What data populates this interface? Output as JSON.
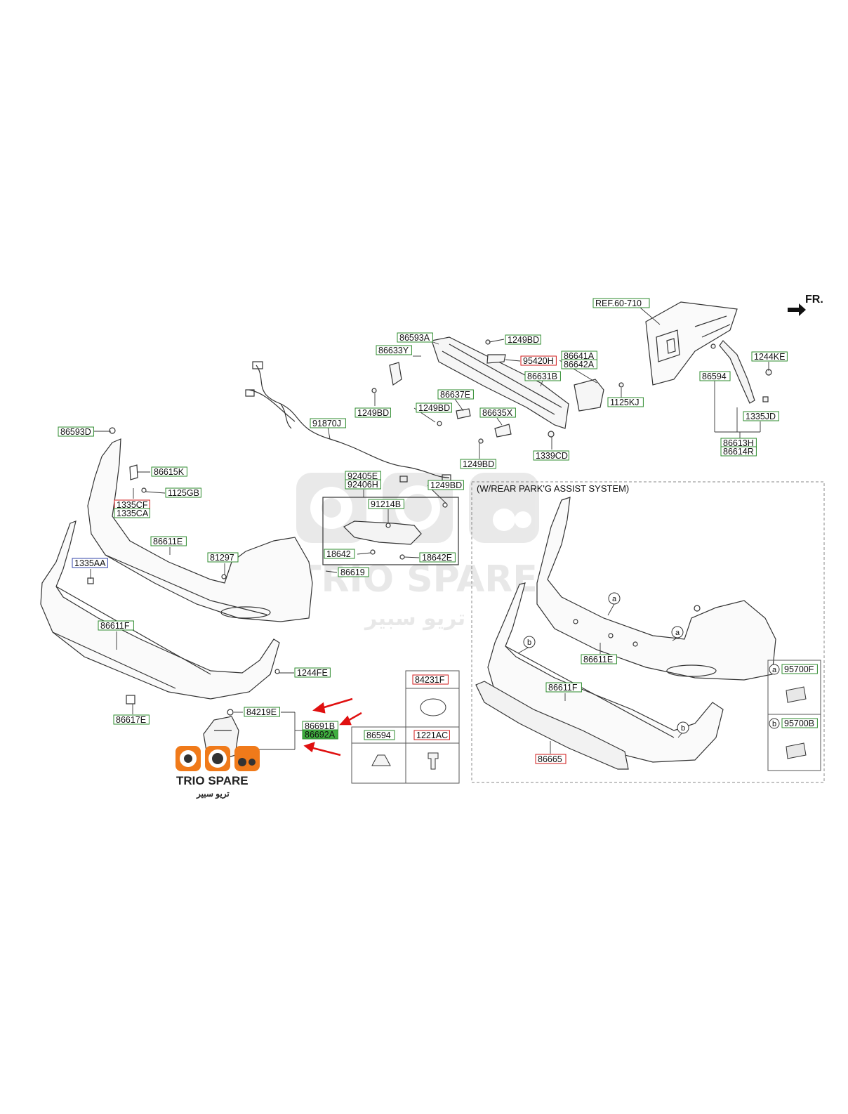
{
  "diagram": {
    "direction_label": "FR.",
    "section_title": "(W/REAR PARK'G ASSIST SYSTEM)",
    "part_labels": {
      "ref_60_710": "REF.60-710",
      "p86593A": "86593A",
      "p86633Y": "86633Y",
      "p1249BD_1": "1249BD",
      "p95420H": "95420H",
      "p86641A": "86641A",
      "p86642A": "86642A",
      "p86631B": "86631B",
      "p1125KJ": "1125KJ",
      "p1244KE": "1244KE",
      "p86594_1": "86594",
      "p1335JD": "1335JD",
      "p86613H": "86613H",
      "p86614R": "86614R",
      "p86637E": "86637E",
      "p1249BD_2": "1249BD",
      "p1249BD_3": "1249BD",
      "p86635X": "86635X",
      "p1339CD": "1339CD",
      "p1249BD_4": "1249BD",
      "p91870J": "91870J",
      "p86593D": "86593D",
      "p86615K": "86615K",
      "p1125GB": "1125GB",
      "p1335CF": "1335CF",
      "p1335CA": "1335CA",
      "p92405E": "92405E",
      "p92406H": "92406H",
      "p1249BD_5": "1249BD",
      "p91214B": "91214B",
      "p18642": "18642",
      "p18642E": "18642E",
      "p86611E_1": "86611E",
      "p81297": "81297",
      "p86619": "86619",
      "p1335AA": "1335AA",
      "p86611F_1": "86611F",
      "p1244FE": "1244FE",
      "p86617E": "86617E",
      "p84219E": "84219E",
      "p86691B": "86691B",
      "p86692A": "86692A",
      "p84231F": "84231F",
      "p86594_2": "86594",
      "p1221AC": "1221AC",
      "p86611E_2": "86611E",
      "p86611F_2": "86611F",
      "p86665": "86665",
      "p95700F": "95700F",
      "p95700B": "95700B"
    },
    "callouts": {
      "a": "a",
      "b": "b"
    }
  },
  "branding": {
    "name": "TRIO SPARE",
    "arabic_name": "تريو سبير"
  },
  "colors": {
    "label_green": "#2e8b2e",
    "label_red": "#d01818",
    "label_blue": "#3344aa",
    "highlight_fill": "#3fae3f",
    "arrow_red": "#e01010",
    "logo_orange": "#f07a1a",
    "watermark_gray": "#d6d6d6"
  }
}
